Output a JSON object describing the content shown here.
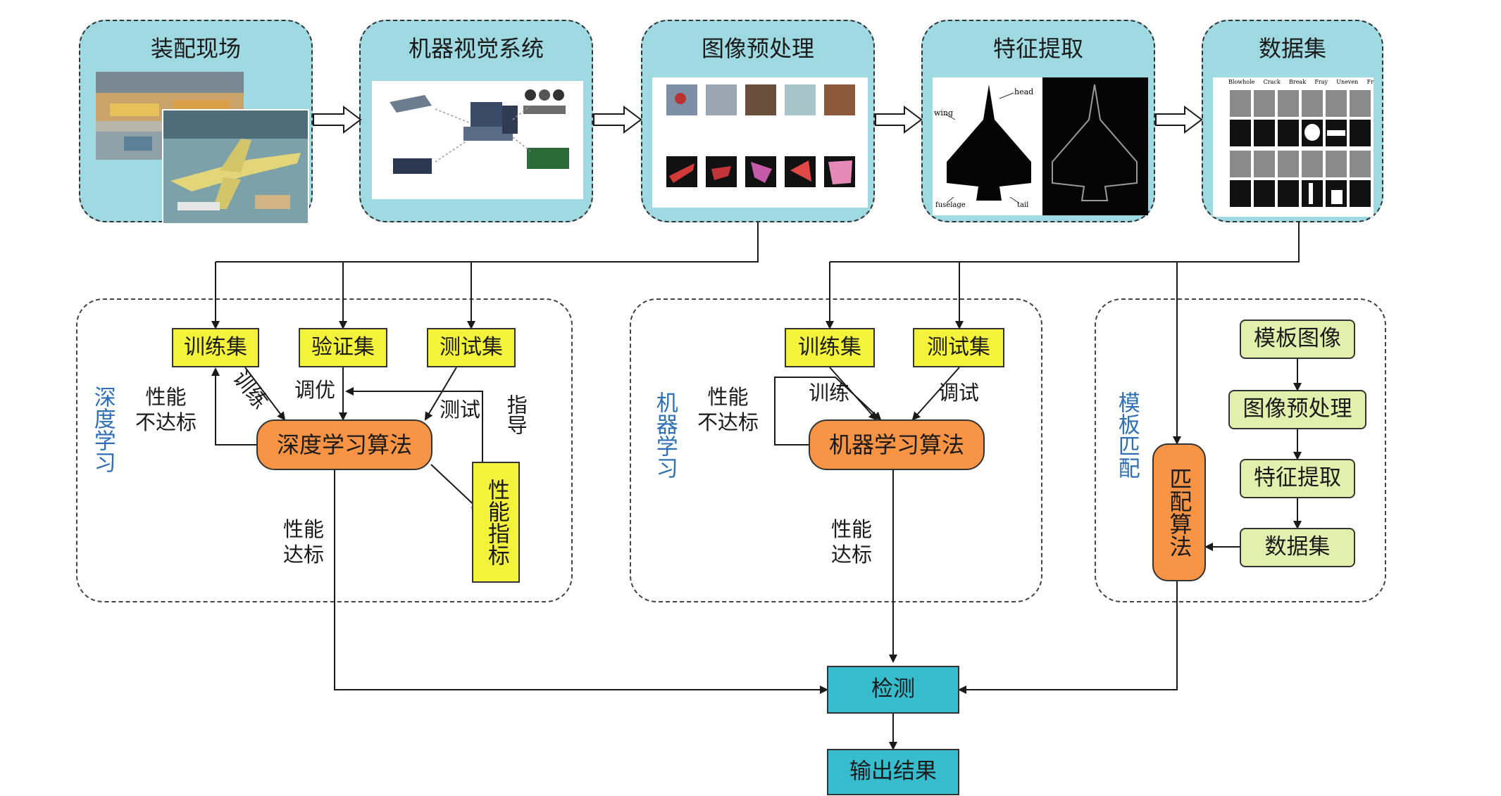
{
  "stages": {
    "assembly_site": "装配现场",
    "vision_system": "机器视觉系统",
    "preprocessing": "图像预处理",
    "feature_extraction": "特征提取",
    "dataset": "数据集"
  },
  "feature_image_labels": [
    "head",
    "wing",
    "fuselage",
    "tail"
  ],
  "dataset_image_columns": [
    "Blowhole",
    "Crack",
    "Break",
    "Fray",
    "Uneven",
    "Fr"
  ],
  "groups": {
    "deep_learning": {
      "name": "深度学习",
      "train_set": "训练集",
      "val_set": "验证集",
      "test_set": "测试集",
      "algorithm": "深度学习算法",
      "metrics": "性能指标",
      "edge_train": "训练",
      "edge_tune": "调优",
      "edge_test": "测试",
      "edge_guide": "指导",
      "edge_fail": "性能\n不达标",
      "edge_pass": "性能\n达标"
    },
    "machine_learning": {
      "name": "机器学习",
      "train_set": "训练集",
      "test_set": "测试集",
      "algorithm": "机器学习算法",
      "edge_train": "训练",
      "edge_debug": "调试",
      "edge_fail": "性能\n不达标",
      "edge_pass": "性能\n达标"
    },
    "template_matching": {
      "name": "模板匹配",
      "template_image": "模板图像",
      "preprocessing": "图像预处理",
      "feature_extraction": "特征提取",
      "dataset": "数据集",
      "algorithm": "匹配算法"
    }
  },
  "detection": "检测",
  "output": "输出结果",
  "colors": {
    "stage_fill": "#9fd9e2",
    "yellow_box": "#f4f33c",
    "green_box": "#e3efad",
    "orange_box": "#f79446",
    "teal_box": "#37bccd",
    "group_label": "#2f6fb3"
  }
}
